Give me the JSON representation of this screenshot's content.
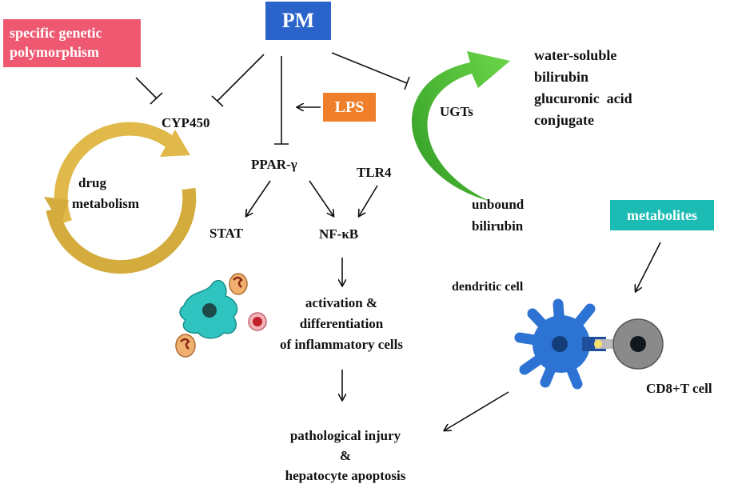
{
  "boxes": {
    "pm": "PM",
    "genetic": [
      "specific genetic",
      "polymorphism"
    ],
    "lps": "LPS",
    "metabolites": "metabolites"
  },
  "labels": {
    "cyp450": "CYP450",
    "drug_metabolism": [
      "drug",
      "metabolism"
    ],
    "ppar": "PPAR-γ",
    "tlr4": "TLR4",
    "stat": "STAT",
    "nfkb": "NF-κB",
    "ugts": "UGTs",
    "conjugate": [
      "water-soluble",
      "bilirubin",
      "glucuronic  acid",
      "conjugate"
    ],
    "unbound": [
      "unbound",
      "bilirubin"
    ],
    "activation": [
      "activation &",
      "differentiation",
      "of inflammatory cells"
    ],
    "dendritic": "dendritic cell",
    "cd8": "CD8+T cell",
    "injury": [
      "pathological injury",
      "&",
      "hepatocyte apoptosis"
    ]
  },
  "colors": {
    "pm": "#2a63c9",
    "genetic": "#ee5870",
    "lps": "#ef7f2b",
    "metabolites": "#1cbcb5",
    "cycle_arrow": "#e0b94a",
    "ugt_arrow": "#3ab32a",
    "dendritic_cell": "#2c73d4",
    "t_cell": "#888888"
  }
}
